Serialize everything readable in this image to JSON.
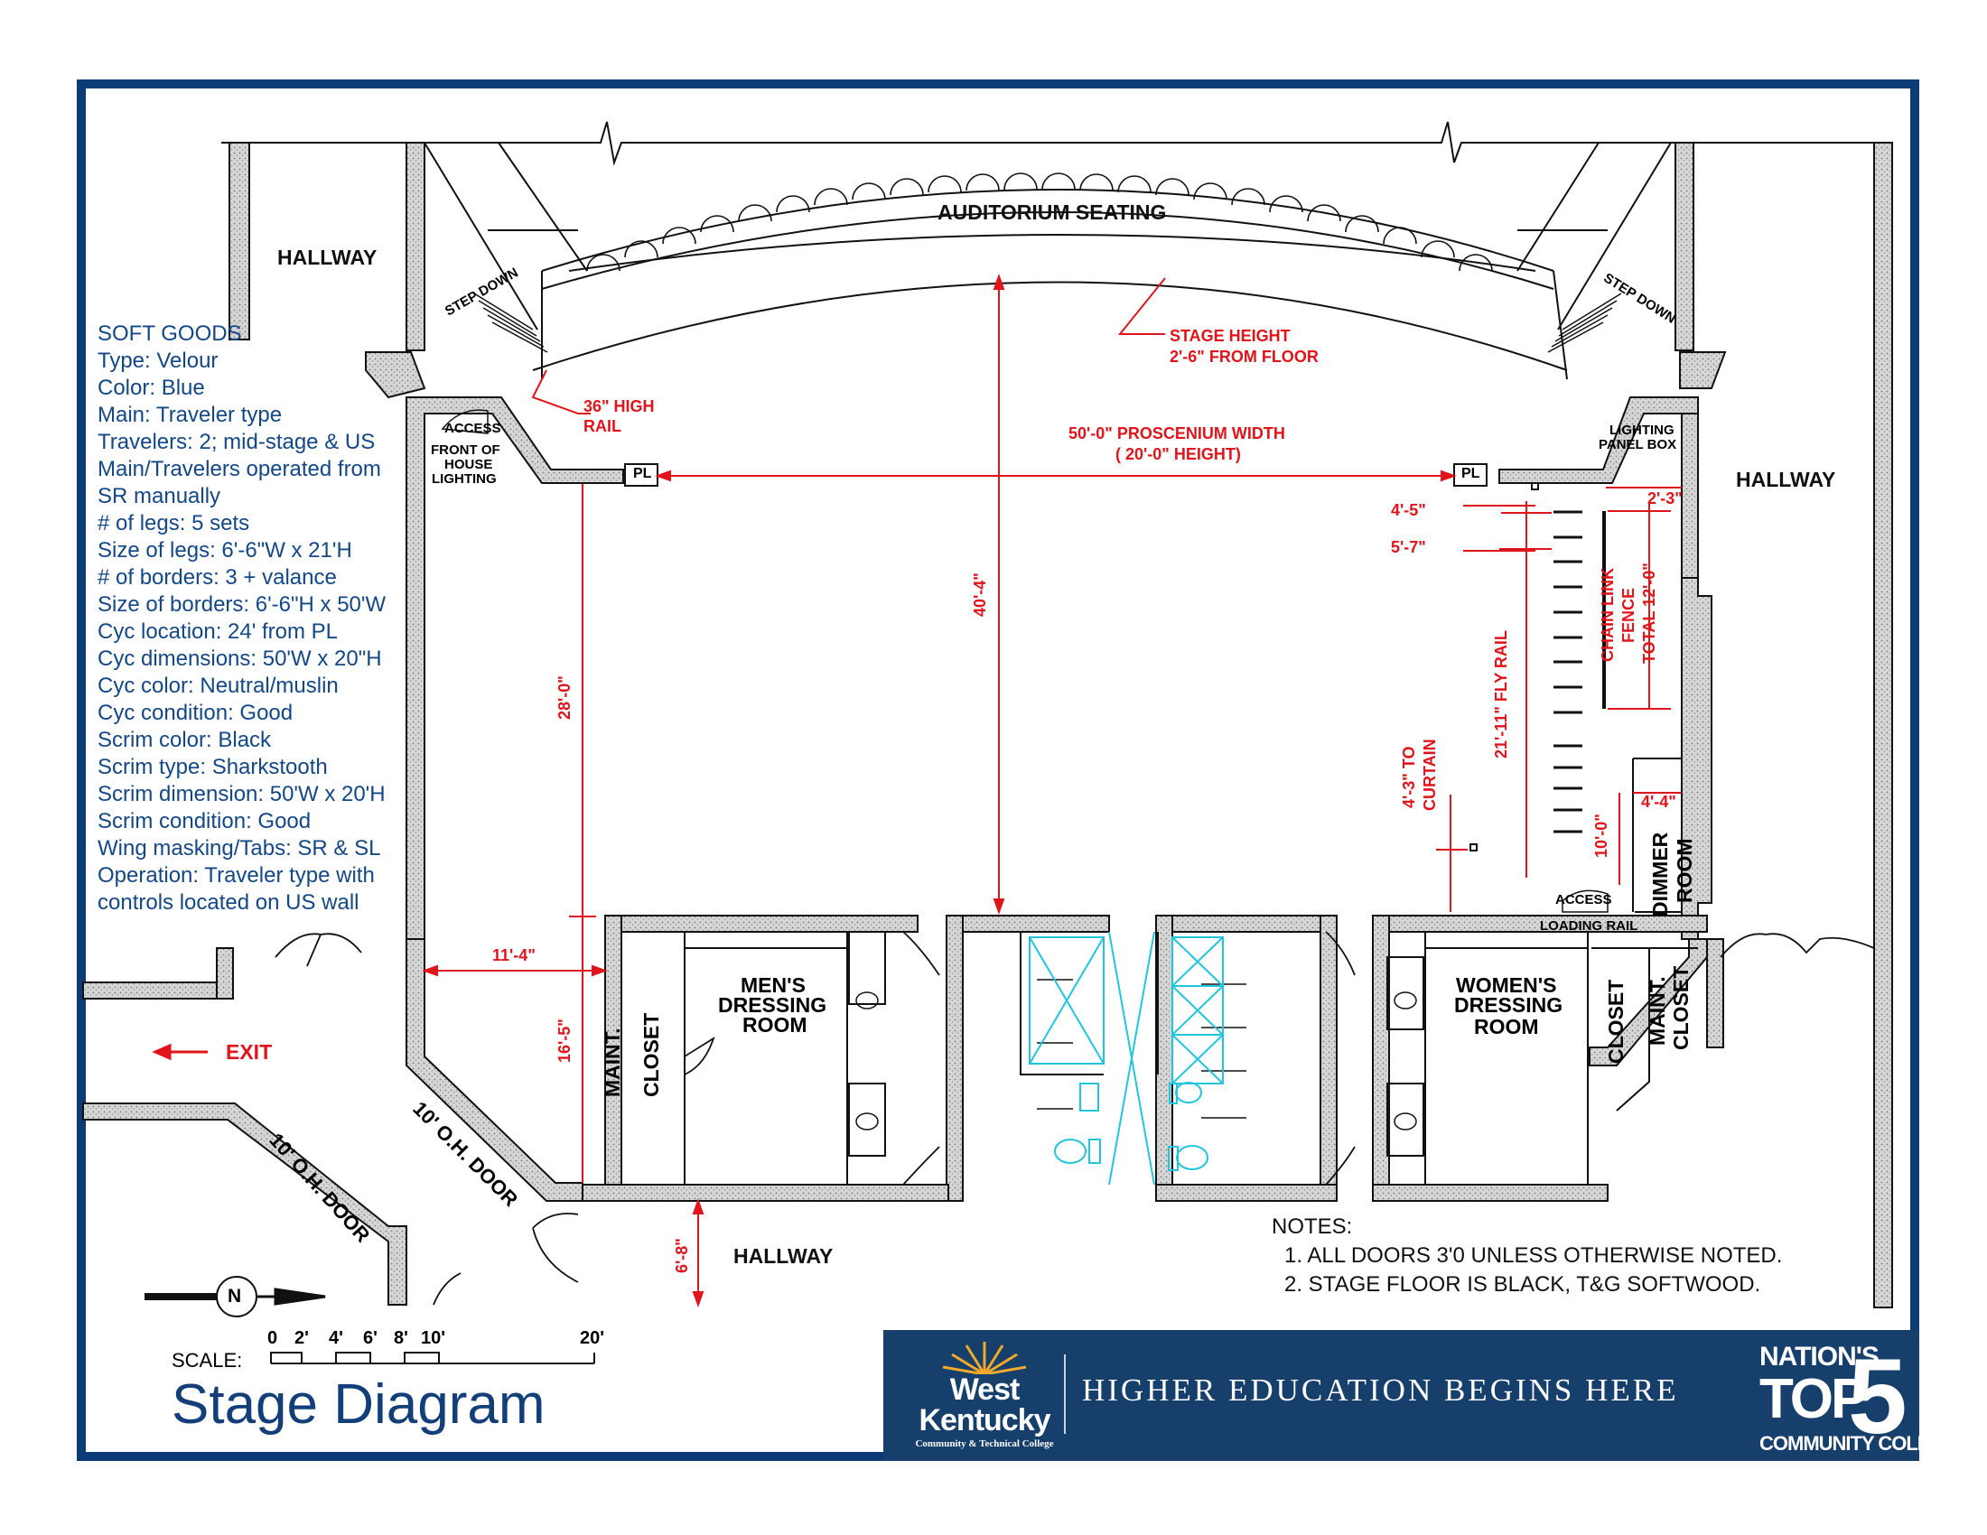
{
  "title": "Stage Diagram",
  "soft_goods": {
    "heading": "SOFT GOODS",
    "items": [
      "Type: Velour",
      "Color: Blue",
      "Main: Traveler type",
      "Travelers: 2; mid-stage & US",
      "Main/Travelers operated from",
      "SR manually",
      "# of legs: 5 sets",
      "Size of legs: 6'-6\"W x 21'H",
      "# of borders: 3 + valance",
      "Size of borders: 6'-6\"H x 50'W",
      "Cyc location: 24' from PL",
      "Cyc dimensions: 50'W x 20\"H",
      "Cyc color: Neutral/muslin",
      "Cyc condition: Good",
      "Scrim color: Black",
      "Scrim type: Sharkstooth",
      "Scrim dimension: 50'W x 20'H",
      "Scrim condition: Good",
      "Wing masking/Tabs: SR & SL",
      "Operation: Traveler type with",
      "controls located on US wall"
    ]
  },
  "labels": {
    "auditorium": "AUDITORIUM SEATING",
    "hallway_nw": "HALLWAY",
    "hallway_e": "HALLWAY",
    "hallway_s": "HALLWAY",
    "step_down_l": "STEP DOWN",
    "step_down_r": "STEP DOWN",
    "access_l": "ACCESS",
    "foh_1": "FRONT OF",
    "foh_2": "HOUSE",
    "foh_3": "LIGHTING",
    "lighting_panel_1": "LIGHTING",
    "lighting_panel_2": "PANEL BOX",
    "pl_l": "PL",
    "pl_r": "PL",
    "mens_1": "MEN'S",
    "mens_2": "DRESSING",
    "mens_3": "ROOM",
    "womens_1": "WOMEN'S",
    "womens_2": "DRESSING",
    "womens_3": "ROOM",
    "maint_1": "MAINT.",
    "maint_2": "CLOSET",
    "closet": "CLOSET",
    "maint_r1": "MAINT.",
    "maint_r2": "CLOSET",
    "dimmer_1": "DIMMER",
    "dimmer_2": "ROOM",
    "access_r": "ACCESS",
    "loading_rail": "LOADING RAIL",
    "oh_door_1": "10' O.H. DOOR",
    "oh_door_2": "10' O.H. DOOR",
    "exit": "EXIT",
    "north": "N",
    "scale": "SCALE:",
    "scale_ticks": [
      "0",
      "2'",
      "4'",
      "6'",
      "8'",
      "10'",
      "20'"
    ]
  },
  "dimensions": {
    "stage_height_1": "STAGE HEIGHT",
    "stage_height_2": "2'-6\" FROM FLOOR",
    "rail_1": "36\" HIGH",
    "rail_2": "RAIL",
    "prosc_1": "50'-0\" PROSCENIUM WIDTH",
    "prosc_2": "( 20'-0\" HEIGHT)",
    "depth": "40'-4\"",
    "d28": "28'-0\"",
    "d11": "11'-4\"",
    "d16": "16'-5\"",
    "d6": "6'-8\"",
    "d4_5": "4'-5\"",
    "d5_7": "5'-7\"",
    "d2_3": "2'-3\"",
    "chain_1": "CHAIN LINK",
    "chain_2": "FENCE",
    "chain_3": "TOTAL 12'-0\"",
    "fly": "21'-11\" FLY RAIL",
    "curtain_1": "4'-3\" TO",
    "curtain_2": "CURTAIN",
    "d10": "10'-0\"",
    "d4_4": "4'-4\""
  },
  "notes": {
    "heading": "NOTES:",
    "items": [
      "1.  ALL DOORS 3'0 UNLESS OTHERWISE NOTED.",
      "2.  STAGE FLOOR IS BLACK, T&G SOFTWOOD."
    ]
  },
  "footer": {
    "logo_line1": "West",
    "logo_line2": "Kentucky",
    "logo_sub": "Community & Technical College",
    "tagline": "HIGHER EDUCATION BEGINS HERE",
    "badge_1": "NATION'S",
    "badge_2": "TOP",
    "badge_3": "5",
    "badge_4": "COMMUNITY COLLEGE"
  },
  "colors": {
    "navy": "#0d3b78",
    "dimension_red": "#e0141b",
    "fixture_cyan": "#22c6dc",
    "wall_fill": "#cfcfcf"
  }
}
